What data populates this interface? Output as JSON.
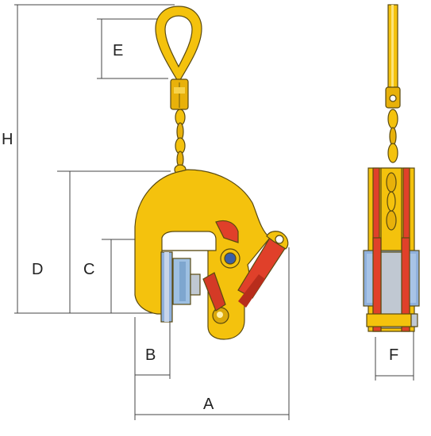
{
  "labels": {
    "a": "A",
    "b": "B",
    "c": "C",
    "d": "D",
    "e": "E",
    "f": "F",
    "h": "H"
  },
  "colors": {
    "body_yellow": "#f4c20d",
    "body_outline": "#6b5a10",
    "cam_red": "#e0402a",
    "pad_blue": "#7fa6d8",
    "pad_grey": "#b9c4cf",
    "dimension_line": "#444444"
  }
}
